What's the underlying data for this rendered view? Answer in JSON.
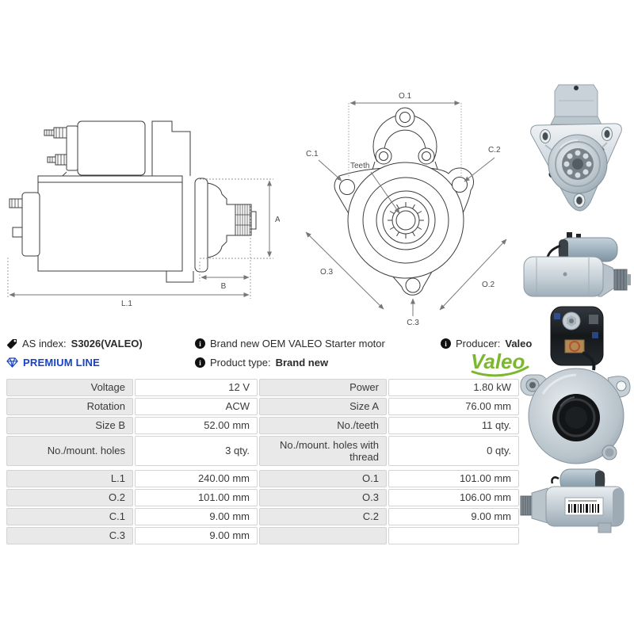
{
  "info": {
    "as_index": {
      "label": "AS index:",
      "value": "S3026(VALEO)"
    },
    "premium": "PREMIUM LINE",
    "brand_line": "Brand new OEM VALEO Starter motor",
    "product_type": {
      "label": "Product type:",
      "value": "Brand new"
    },
    "producer": {
      "label": "Producer:",
      "value": "Valeo"
    },
    "logo_text": "Valeo"
  },
  "diagrams": {
    "side": {
      "a": "A",
      "b": "B",
      "l1": "L.1"
    },
    "front": {
      "o1": "O.1",
      "o2": "O.2",
      "o3": "O.3",
      "c1": "C.1",
      "c2": "C.2",
      "c3": "C.3",
      "teeth": "Teeth"
    }
  },
  "specs": {
    "s1": [
      {
        "l1": "Voltage",
        "v1": "12 V",
        "l2": "Power",
        "v2": "1.80 kW"
      },
      {
        "l1": "Rotation",
        "v1": "ACW",
        "l2": "Size A",
        "v2": "76.00 mm"
      },
      {
        "l1": "Size B",
        "v1": "52.00 mm",
        "l2": "No./teeth",
        "v2": "11 qty."
      },
      {
        "l1": "No./mount. holes",
        "v1": "3 qty.",
        "l2": "No./mount. holes with thread",
        "v2": "0 qty."
      }
    ],
    "s2": [
      {
        "l1": "L.1",
        "v1": "240.00 mm",
        "l2": "O.1",
        "v2": "101.00 mm"
      },
      {
        "l1": "O.2",
        "v1": "101.00 mm",
        "l2": "O.3",
        "v2": "106.00 mm"
      },
      {
        "l1": "C.1",
        "v1": "9.00 mm",
        "l2": "C.2",
        "v2": "9.00 mm"
      },
      {
        "l1": "C.3",
        "v1": "9.00 mm",
        "l2": "",
        "v2": ""
      }
    ]
  },
  "colors": {
    "premium_blue": "#1741c7",
    "valeo_green": "#7cb82f",
    "table_label_bg": "#e9e9e9"
  }
}
